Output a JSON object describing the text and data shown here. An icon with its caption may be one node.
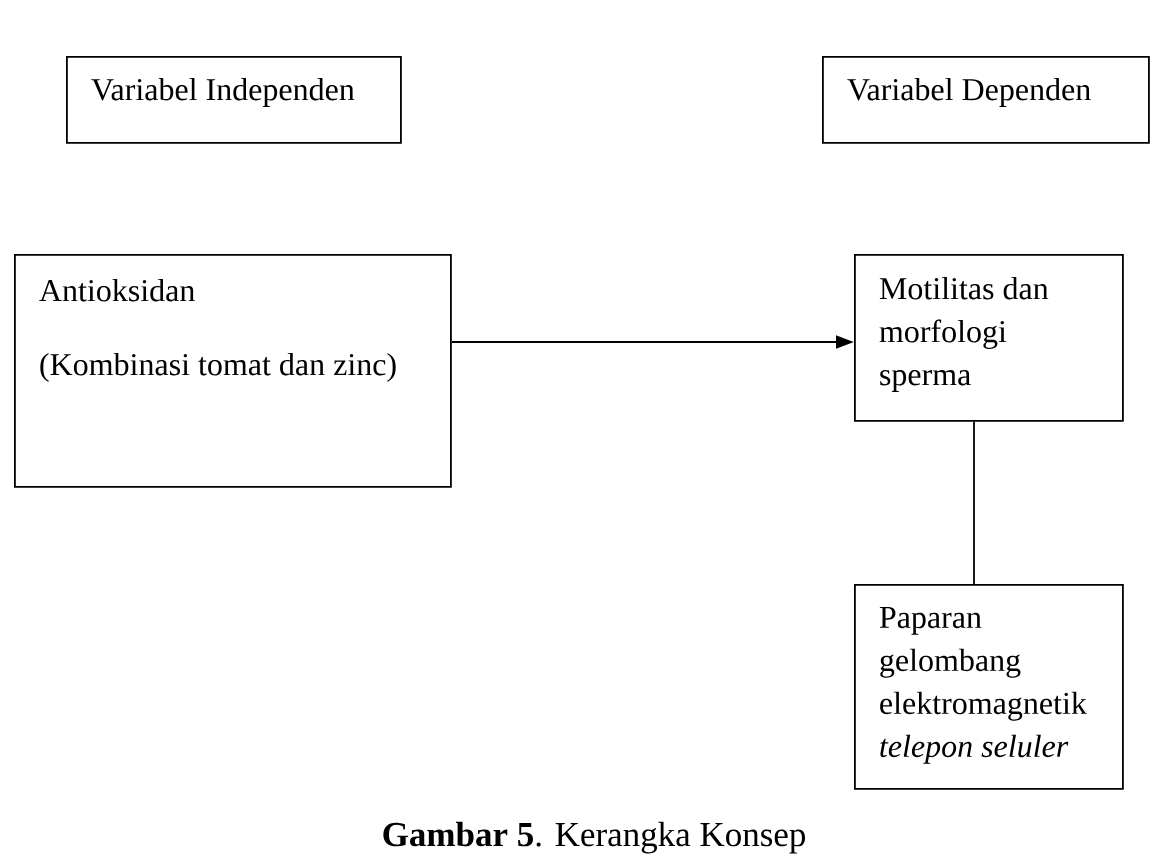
{
  "diagram": {
    "caption": "**Gambar 5**. Kerangka Konsep",
    "nodes": [
      {
        "text": [
          "Variabel Independen"
        ]
      },
      {
        "text": [
          "Variabel Dependen"
        ]
      },
      {
        "text": [
          "Antioksidan",
          "(Kombinasi tomat dan zinc)"
        ]
      },
      {
        "text": [
          "Motilitas dan morfologi sperma"
        ]
      },
      {
        "text": [
          "Paparan gelombang elektromagnetik *telepon seluler*"
        ]
      }
    ],
    "edges": [
      {
        "from": 2,
        "to": 3,
        "arrow": "to"
      },
      {
        "from": 3,
        "to": 4,
        "arrow": "none"
      }
    ]
  }
}
